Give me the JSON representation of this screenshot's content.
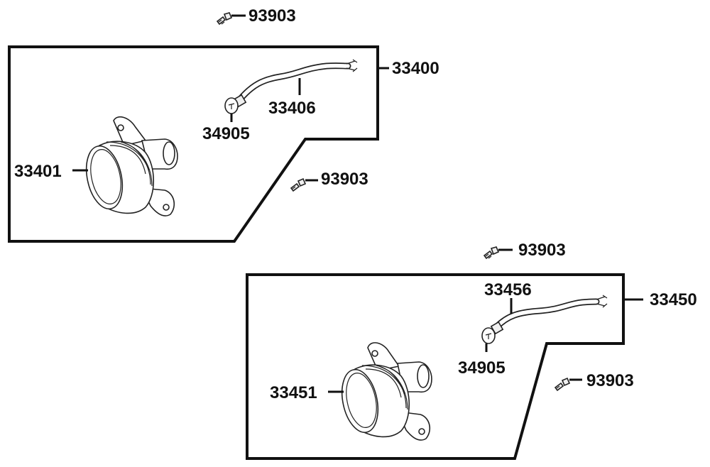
{
  "diagram": {
    "top_assembly": {
      "assembly_label": "33400",
      "housing_label": "33401",
      "harness_label": "33406",
      "bulb_label": "34905",
      "screw_outer_label": "93903",
      "screw_inner_label": "93903"
    },
    "bottom_assembly": {
      "assembly_label": "33450",
      "housing_label": "33451",
      "harness_label": "33456",
      "bulb_label": "34905",
      "screw_outer_label": "93903",
      "screw_inner_label": "93903"
    }
  }
}
